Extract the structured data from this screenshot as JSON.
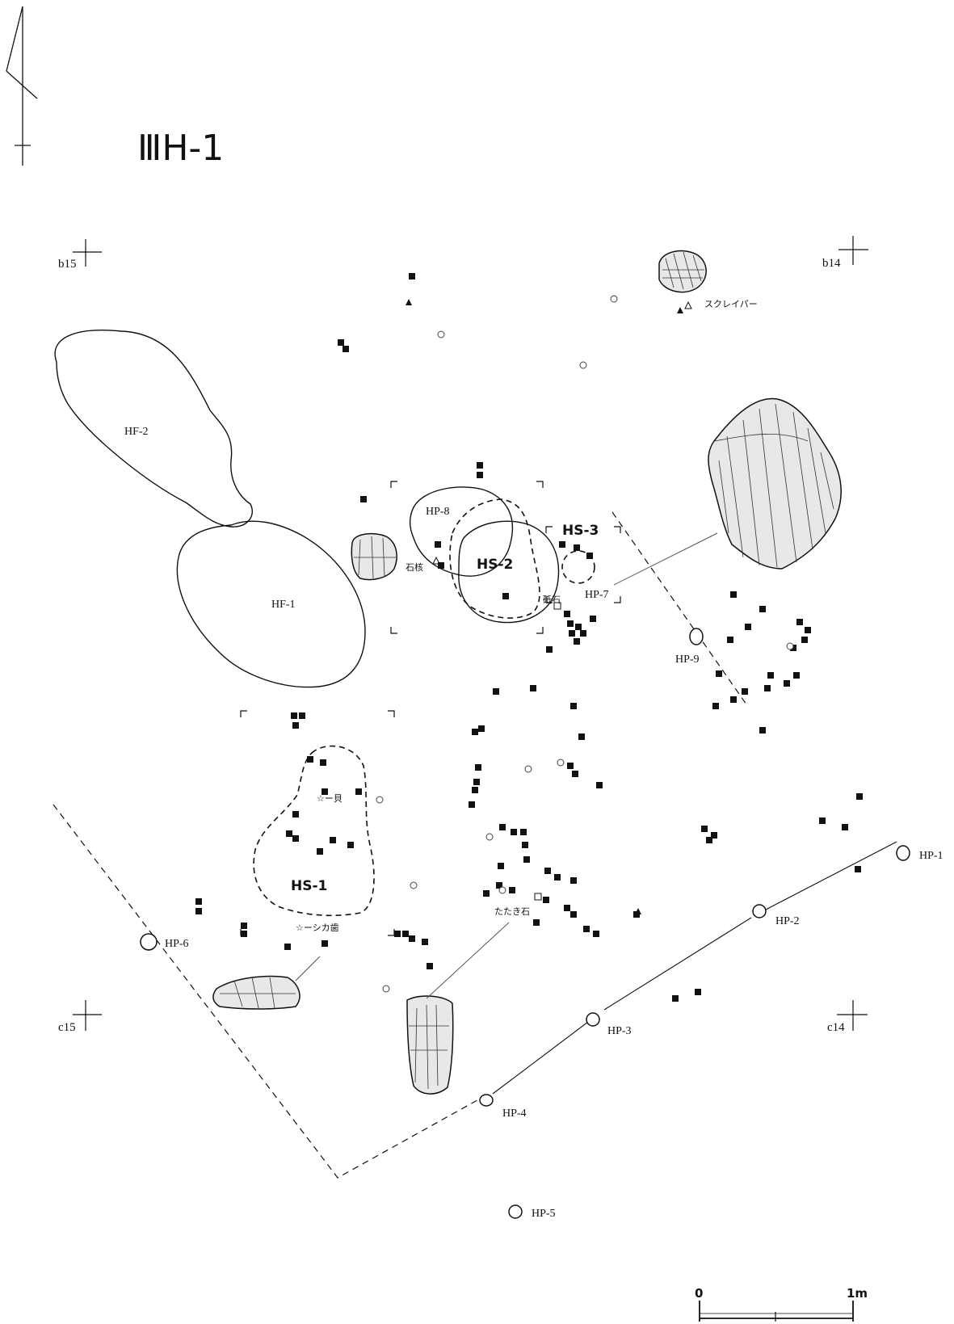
{
  "title": "ⅢH-1",
  "grid_labels": {
    "b15": "b15",
    "b14": "b14",
    "c15": "c15",
    "c14": "c14"
  },
  "hearths": {
    "hf1": "HF-1",
    "hf2": "HF-2"
  },
  "stone_features": {
    "hs1": "HS-1",
    "hs2": "HS-2",
    "hs3": "HS-3"
  },
  "postholes": {
    "hp1": "HP-1",
    "hp2": "HP-2",
    "hp3": "HP-3",
    "hp4": "HP-4",
    "hp5": "HP-5",
    "hp6": "HP-6",
    "hp7": "HP-7",
    "hp8": "HP-8",
    "hp9": "HP-9"
  },
  "artifact_labels": {
    "scraper": "スクレイパー",
    "core": "石核",
    "whetstone": "砥石",
    "hammerstone": "たたき石",
    "shell": "☆ー貝",
    "deer_tooth": "☆ーシカ歯"
  },
  "scale": {
    "start": "0",
    "end": "1m"
  }
}
